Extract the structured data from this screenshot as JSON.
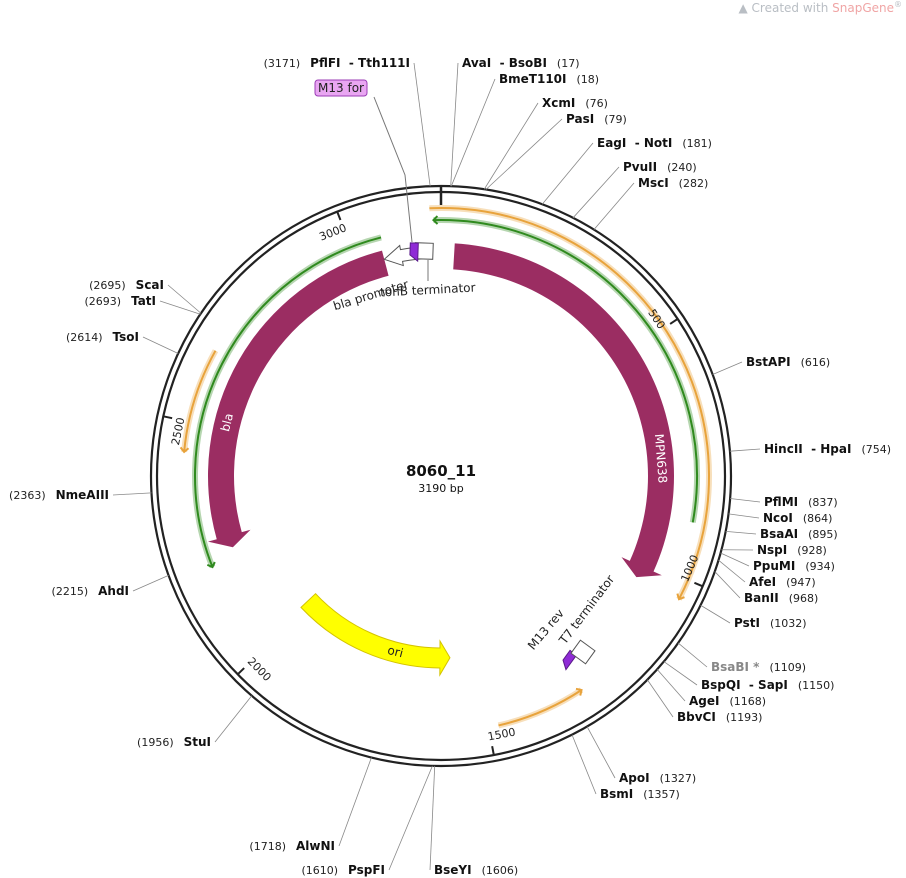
{
  "credit": {
    "prefix": "Created with",
    "brand": "SnapGene",
    "reg": "®"
  },
  "plasmid": {
    "name": "8060_11",
    "length_label": "3190 bp",
    "total_bp": 3190
  },
  "ticks": [
    {
      "pos": 500,
      "label": "500"
    },
    {
      "pos": 1000,
      "label": "1000"
    },
    {
      "pos": 1500,
      "label": "1500"
    },
    {
      "pos": 2000,
      "label": "2000"
    },
    {
      "pos": 2500,
      "label": "2500"
    },
    {
      "pos": 3000,
      "label": "3000"
    }
  ],
  "features": [
    {
      "name": "MPN638",
      "label": "MPN638",
      "type": "cds",
      "start": 30,
      "end": 1040,
      "dir": 1,
      "color": "#9b2d62"
    },
    {
      "name": "bla",
      "label": "bla",
      "type": "cds",
      "start": 2225,
      "end": 3060,
      "dir": -1,
      "color": "#9b2d62"
    },
    {
      "name": "ori",
      "label": "ori",
      "type": "rep",
      "start": 1570,
      "end": 2010,
      "dir": -1,
      "color": "#ffff00"
    },
    {
      "name": "bla promoter",
      "label": "bla promoter",
      "type": "promoter",
      "start": 3060,
      "end": 3165,
      "dir": -1,
      "color": "#ffffff"
    },
    {
      "name": "tonB terminator",
      "label": "tonB terminator",
      "type": "terminator",
      "start": 3168,
      "end": 3188,
      "dir": 0,
      "color": "#ffffff"
    },
    {
      "name": "M13 for",
      "label": "M13 for",
      "type": "primer",
      "start": 3172,
      "end": 3178,
      "dir": -1,
      "color": "#8f2bd6"
    },
    {
      "name": "M13 rev",
      "label": "M13 rev",
      "type": "primer",
      "start": 1145,
      "end": 1152,
      "dir": -1,
      "color": "#8f2bd6"
    },
    {
      "name": "T7 terminator",
      "label": "T7 terminator",
      "type": "terminator",
      "start": 1125,
      "end": 1140,
      "dir": 0,
      "color": "#ffffff"
    }
  ],
  "orfs": [
    {
      "name": "orf-a",
      "start": 3168,
      "end": 1040,
      "dir": 1,
      "color": "#e8a33c"
    },
    {
      "name": "orf-b",
      "start": 3175,
      "end": 890,
      "dir": -1,
      "color": "#2f8a1e"
    },
    {
      "name": "orf-c",
      "start": 1300,
      "end": 1480,
      "dir": -1,
      "color": "#e8a33c"
    },
    {
      "name": "orf-d",
      "start": 2440,
      "end": 2650,
      "dir": -1,
      "color": "#e8a33c"
    },
    {
      "name": "orf-e",
      "start": 2200,
      "end": 3065,
      "dir": -1,
      "color": "#2f8a1e"
    }
  ],
  "sites": [
    {
      "name": "PflFI  - Tth111I",
      "pos": 3171,
      "pos_label": "(3171)",
      "side": "left"
    },
    {
      "name": "AvaI  - BsoBI",
      "pos": 17,
      "pos_label": "(17)",
      "side": "right"
    },
    {
      "name": "BmeT110I",
      "pos": 18,
      "pos_label": "(18)",
      "side": "right"
    },
    {
      "name": "XcmI",
      "pos": 76,
      "pos_label": "(76)",
      "side": "right"
    },
    {
      "name": "PasI",
      "pos": 79,
      "pos_label": "(79)",
      "side": "right"
    },
    {
      "name": "EagI  - NotI",
      "pos": 181,
      "pos_label": "(181)",
      "side": "right"
    },
    {
      "name": "PvuII",
      "pos": 240,
      "pos_label": "(240)",
      "side": "right"
    },
    {
      "name": "MscI",
      "pos": 282,
      "pos_label": "(282)",
      "side": "right"
    },
    {
      "name": "BstAPI",
      "pos": 616,
      "pos_label": "(616)",
      "side": "right"
    },
    {
      "name": "HincII  - HpaI",
      "pos": 754,
      "pos_label": "(754)",
      "side": "right"
    },
    {
      "name": "PflMI",
      "pos": 837,
      "pos_label": "(837)",
      "side": "right"
    },
    {
      "name": "NcoI",
      "pos": 864,
      "pos_label": "(864)",
      "side": "right"
    },
    {
      "name": "BsaAI",
      "pos": 895,
      "pos_label": "(895)",
      "side": "right"
    },
    {
      "name": "NspI",
      "pos": 928,
      "pos_label": "(928)",
      "side": "right"
    },
    {
      "name": "PpuMI",
      "pos": 934,
      "pos_label": "(934)",
      "side": "right"
    },
    {
      "name": "AfeI",
      "pos": 947,
      "pos_label": "(947)",
      "side": "right"
    },
    {
      "name": "BanII",
      "pos": 968,
      "pos_label": "(968)",
      "side": "right"
    },
    {
      "name": "PstI",
      "pos": 1032,
      "pos_label": "(1032)",
      "side": "right"
    },
    {
      "name": "BsaBI *",
      "pos": 1109,
      "pos_label": "(1109)",
      "side": "right",
      "gray": true
    },
    {
      "name": "BspQI  - SapI",
      "pos": 1150,
      "pos_label": "(1150)",
      "side": "right"
    },
    {
      "name": "AgeI",
      "pos": 1168,
      "pos_label": "(1168)",
      "side": "right"
    },
    {
      "name": "BbvCI",
      "pos": 1193,
      "pos_label": "(1193)",
      "side": "right"
    },
    {
      "name": "ApoI",
      "pos": 1327,
      "pos_label": "(1327)",
      "side": "right"
    },
    {
      "name": "BsmI",
      "pos": 1357,
      "pos_label": "(1357)",
      "side": "right"
    },
    {
      "name": "BseYI",
      "pos": 1606,
      "pos_label": "(1606)",
      "side": "right"
    },
    {
      "name": "PspFI",
      "pos": 1610,
      "pos_label": "(1610)",
      "side": "left"
    },
    {
      "name": "AlwNI",
      "pos": 1718,
      "pos_label": "(1718)",
      "side": "left"
    },
    {
      "name": "StuI",
      "pos": 1956,
      "pos_label": "(1956)",
      "side": "left"
    },
    {
      "name": "AhdI",
      "pos": 2215,
      "pos_label": "(2215)",
      "side": "left"
    },
    {
      "name": "NmeAIII",
      "pos": 2363,
      "pos_label": "(2363)",
      "side": "left"
    },
    {
      "name": "TsoI",
      "pos": 2614,
      "pos_label": "(2614)",
      "side": "left"
    },
    {
      "name": "TatI",
      "pos": 2693,
      "pos_label": "(2693)",
      "side": "left"
    },
    {
      "name": "ScaI",
      "pos": 2695,
      "pos_label": "(2695)",
      "side": "left"
    }
  ]
}
